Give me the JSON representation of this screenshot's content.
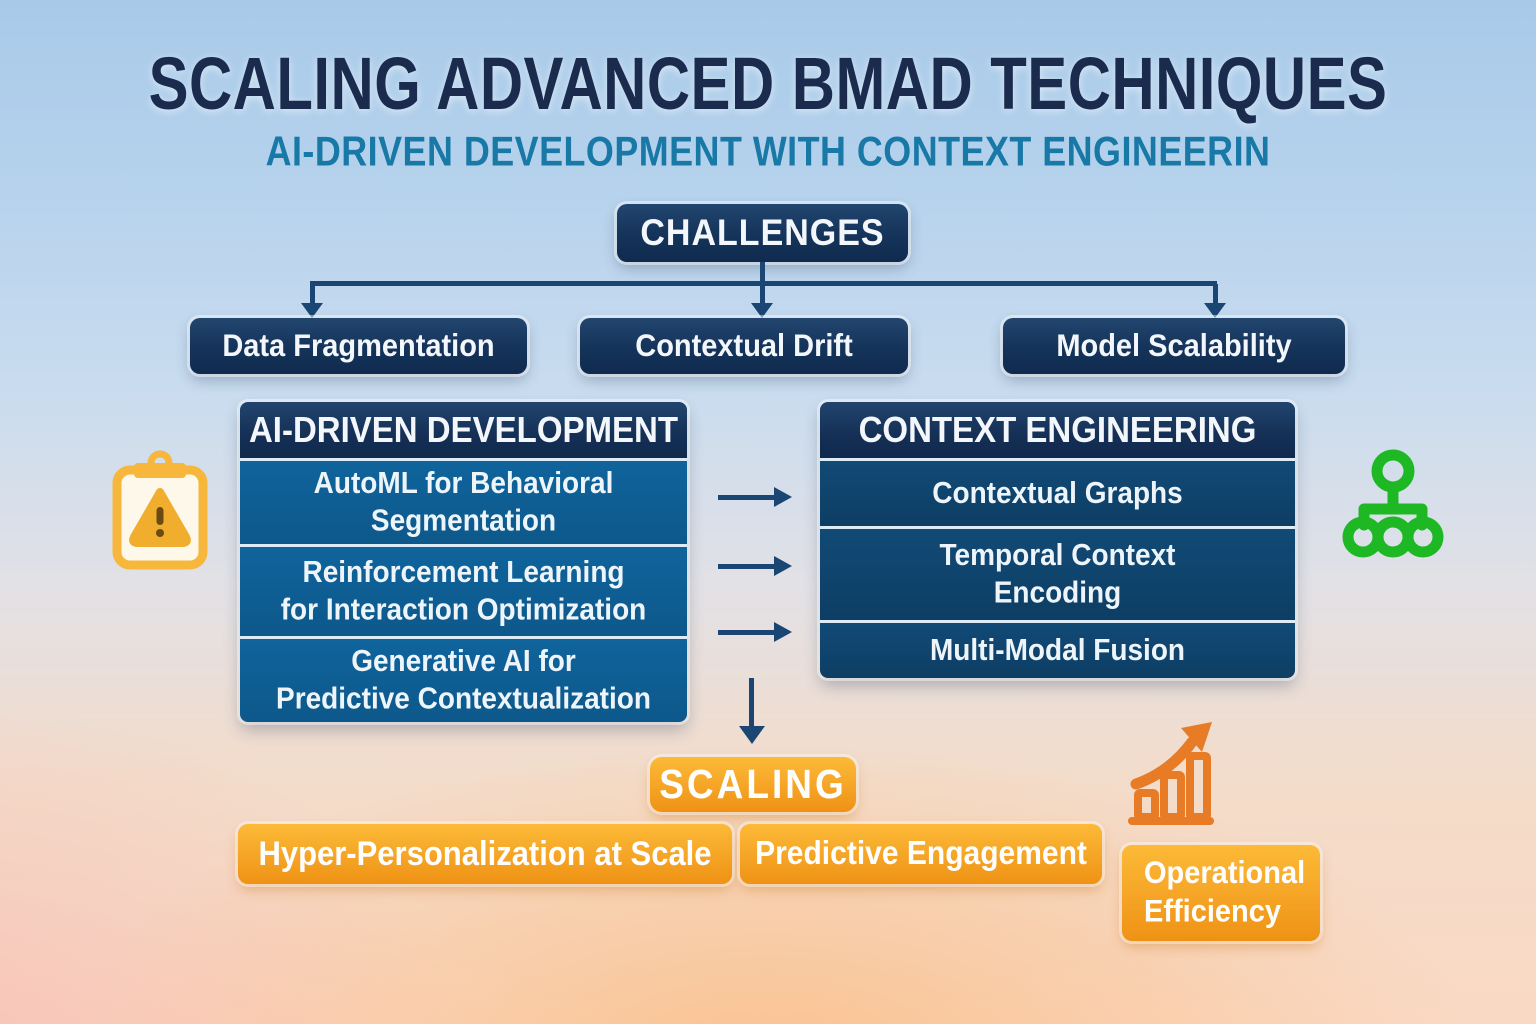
{
  "header": {
    "title": "SCALING ADVANCED BMAD TECHNIQUES",
    "subtitle": "AI-DRIVEN DEVELOPMENT WITH CONTEXT ENGINEERIN"
  },
  "challenges": {
    "label": "CHALLENGES",
    "items": [
      "Data Fragmentation",
      "Contextual Drift",
      "Model Scalability"
    ]
  },
  "left_column": {
    "title": "AI-DRIVEN DEVELOPMENT",
    "items": [
      "AutoML for Behavioral\nSegmentation",
      "Reinforcement Learning\nfor Interaction Optimization",
      "Generative AI for\nPredictive Contextualization"
    ]
  },
  "right_column": {
    "title": "CONTEXT ENGINEERING",
    "items": [
      "Contextual Graphs",
      "Temporal Context\nEncoding",
      "Multi-Modal Fusion"
    ]
  },
  "scaling": {
    "label": "SCALING",
    "items": [
      "Hyper-Personalization at Scale",
      "Predictive Engagement",
      "Operational\nEfficiency"
    ]
  },
  "icons": {
    "left": "clipboard-warning-icon",
    "right": "hierarchy-icon",
    "bottom_right": "growth-chart-icon"
  },
  "colors": {
    "title_navy": "#1a2b4d",
    "subtitle_teal": "#1878a6",
    "box_navy": "#16355c",
    "left_row_blue": "#0e5f95",
    "right_row_navy": "#0e4268",
    "connector_navy": "#1b4674",
    "orange": "#f5a426",
    "icon_amber": "#f6b73c",
    "icon_green": "#1eb825",
    "icon_orange": "#e87b25",
    "sky_top": "#a8cae9",
    "peach_bottom": "#fad9c4"
  }
}
